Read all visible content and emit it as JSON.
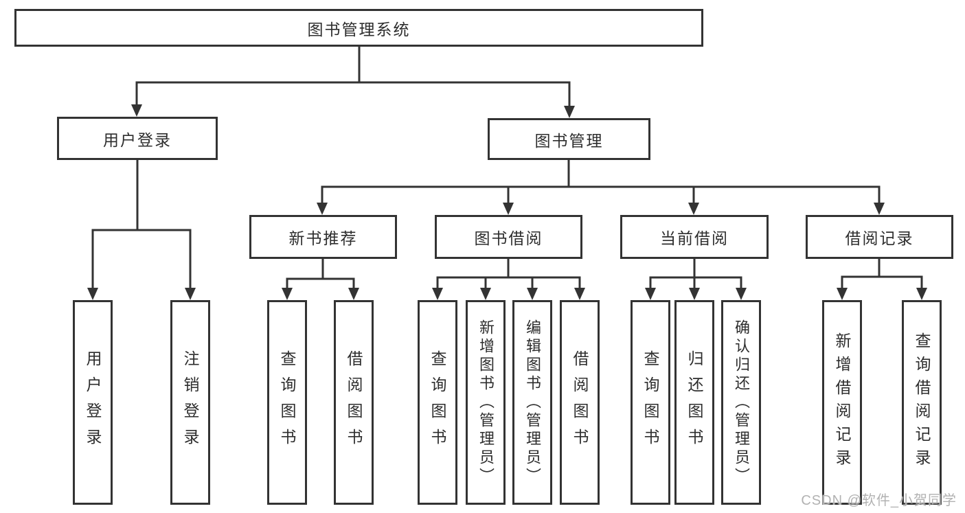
{
  "diagram": {
    "root_label": "图书管理系统",
    "user_branch": {
      "label": "用户登录",
      "children": [
        "用户登录",
        "注销登录"
      ]
    },
    "mgmt_branch": {
      "label": "图书管理",
      "groups": [
        {
          "label": "新书推荐",
          "children": [
            "查询图书",
            "借阅图书"
          ]
        },
        {
          "label": "图书借阅",
          "children": [
            "查询图书",
            "新增图书（管理员）",
            "编辑图书（管理员）",
            "借阅图书"
          ]
        },
        {
          "label": "当前借阅",
          "children": [
            "查询图书",
            "归还图书",
            "确认归还（管理员）"
          ]
        },
        {
          "label": "借阅记录",
          "children": [
            "新增借阅记录",
            "查询借阅记录"
          ]
        }
      ]
    }
  },
  "watermark": {
    "text": "CSDN @软件_小贺同学"
  },
  "colors": {
    "line": "#333333",
    "text": "#2d2d2d",
    "background": "#ffffff",
    "watermark": "#b2b2b2"
  }
}
